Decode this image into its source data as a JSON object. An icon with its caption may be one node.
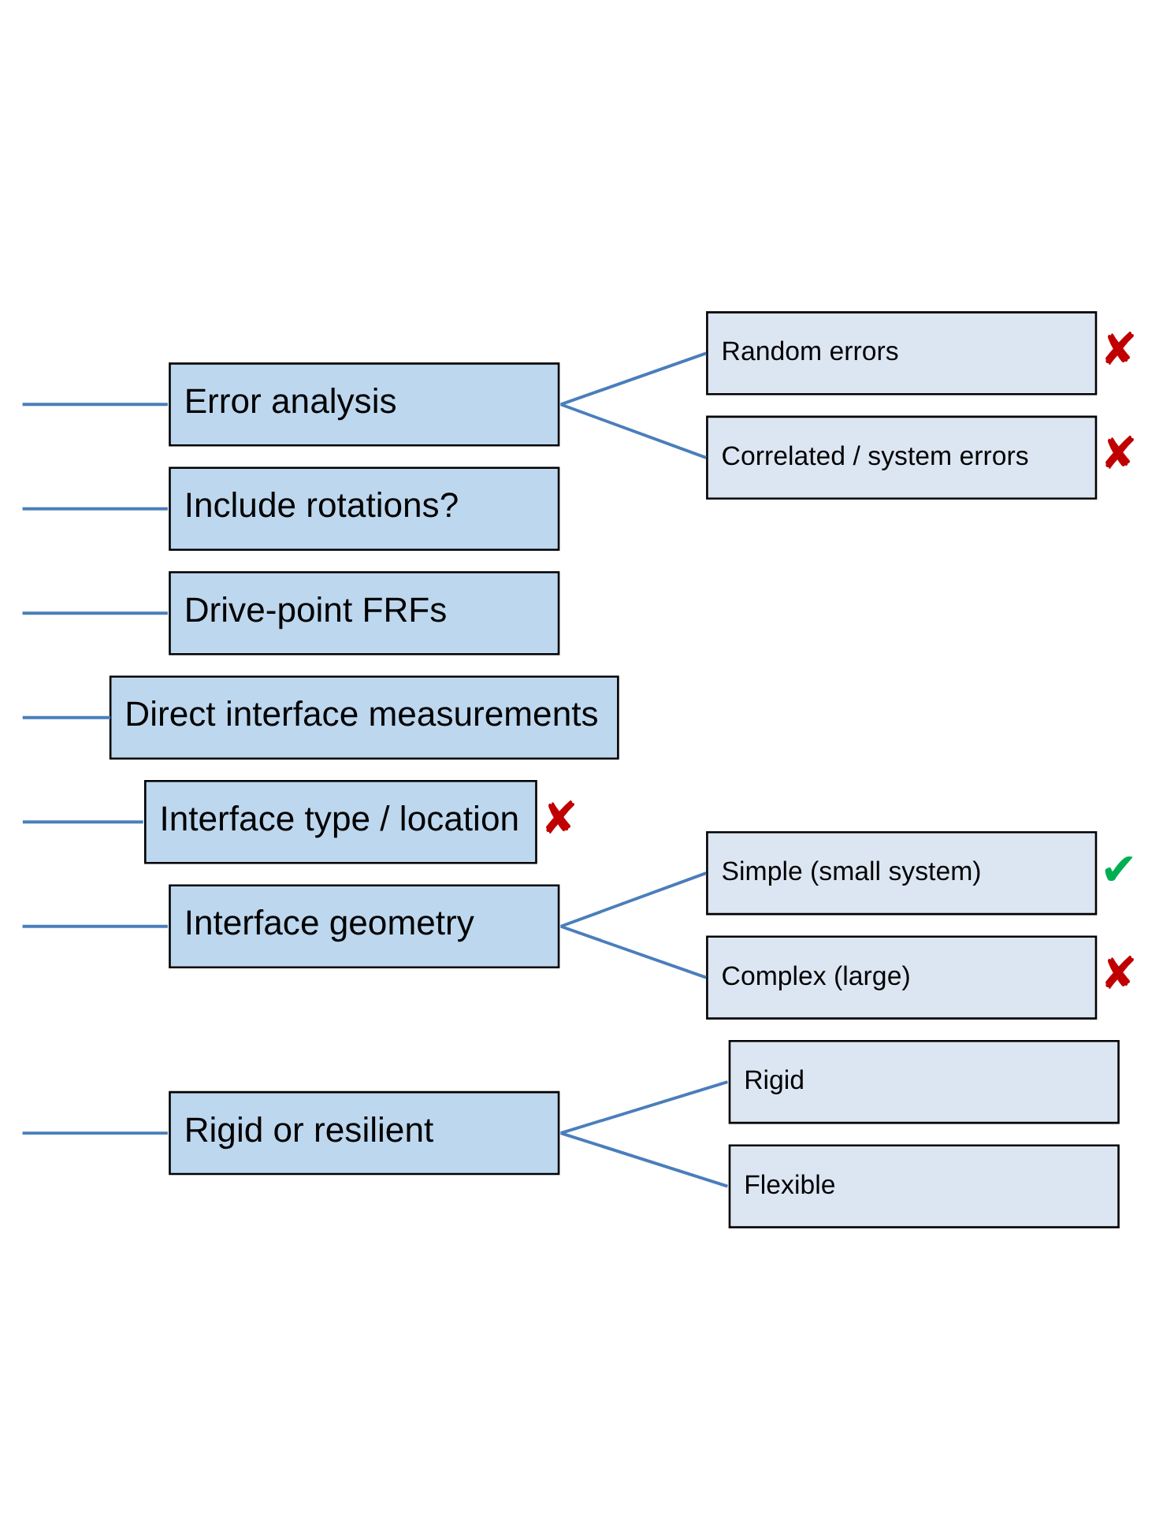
{
  "diagram": {
    "nodes": [
      {
        "text": [
          "Rigid or resilient"
        ]
      },
      {
        "text": [
          "Rigid"
        ]
      },
      {
        "text": [
          "Flexible"
        ]
      },
      {
        "text": [
          "Interface geometry"
        ]
      },
      {
        "text": [
          "Simple (small system)"
        ],
        "beside": [
          "✔"
        ]
      },
      {
        "text": [
          "Complex (large)"
        ],
        "beside": [
          "✘"
        ]
      },
      {
        "text": [
          "Interface type / location"
        ],
        "beside": [
          "✘"
        ]
      },
      {
        "text": [
          "Direct interface measurements"
        ]
      },
      {
        "text": [
          "Drive-point FRFs"
        ]
      },
      {
        "text": [
          "Include rotations?"
        ]
      },
      {
        "text": [
          "Error analysis"
        ]
      },
      {
        "text": [
          "Random errors"
        ],
        "beside": [
          "✘"
        ]
      },
      {
        "text": [
          "Correlated / system errors"
        ],
        "beside": [
          "✘"
        ]
      }
    ],
    "edges": [
      {
        "from": null,
        "to": 0,
        "arrow": "none"
      },
      {
        "from": null,
        "to": 3,
        "arrow": "none"
      },
      {
        "from": null,
        "to": 6,
        "arrow": "none"
      },
      {
        "from": null,
        "to": 7,
        "arrow": "none"
      },
      {
        "from": null,
        "to": 8,
        "arrow": "none"
      },
      {
        "from": null,
        "to": 9,
        "arrow": "none"
      },
      {
        "from": null,
        "to": 10,
        "arrow": "none"
      },
      {
        "from": 0,
        "to": 1,
        "arrow": "none"
      },
      {
        "from": 0,
        "to": 2,
        "arrow": "none"
      },
      {
        "from": 3,
        "to": 4,
        "arrow": "none"
      },
      {
        "from": 3,
        "to": 5,
        "arrow": "none"
      },
      {
        "from": 10,
        "to": 11,
        "arrow": "none"
      },
      {
        "from": 10,
        "to": 12,
        "arrow": "none"
      }
    ]
  }
}
